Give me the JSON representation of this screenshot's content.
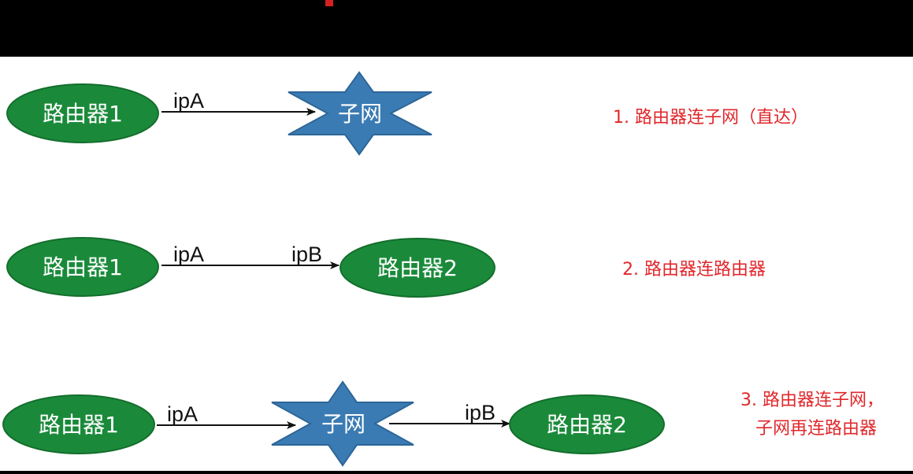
{
  "colors": {
    "router_fill": "#1a8a3a",
    "router_stroke": "#146e2d",
    "subnet_fill": "#3b7bb3",
    "subnet_stroke": "#2d6698",
    "arrow": "#111111",
    "description": "#e0282c",
    "top_marker": "#d42020"
  },
  "scenarios": [
    {
      "router_a": "路由器1",
      "port_a": "ipA",
      "subnet": "子网",
      "description": [
        "1. 路由器连子网（直达）"
      ]
    },
    {
      "router_a": "路由器1",
      "port_a": "ipA",
      "port_b": "ipB",
      "router_b": "路由器2",
      "description": [
        "2. 路由器连路由器"
      ]
    },
    {
      "router_a": "路由器1",
      "port_a": "ipA",
      "subnet": "子网",
      "port_b": "ipB",
      "router_b": "路由器2",
      "description": [
        "3. 路由器连子网，",
        "子网再连路由器"
      ]
    }
  ]
}
